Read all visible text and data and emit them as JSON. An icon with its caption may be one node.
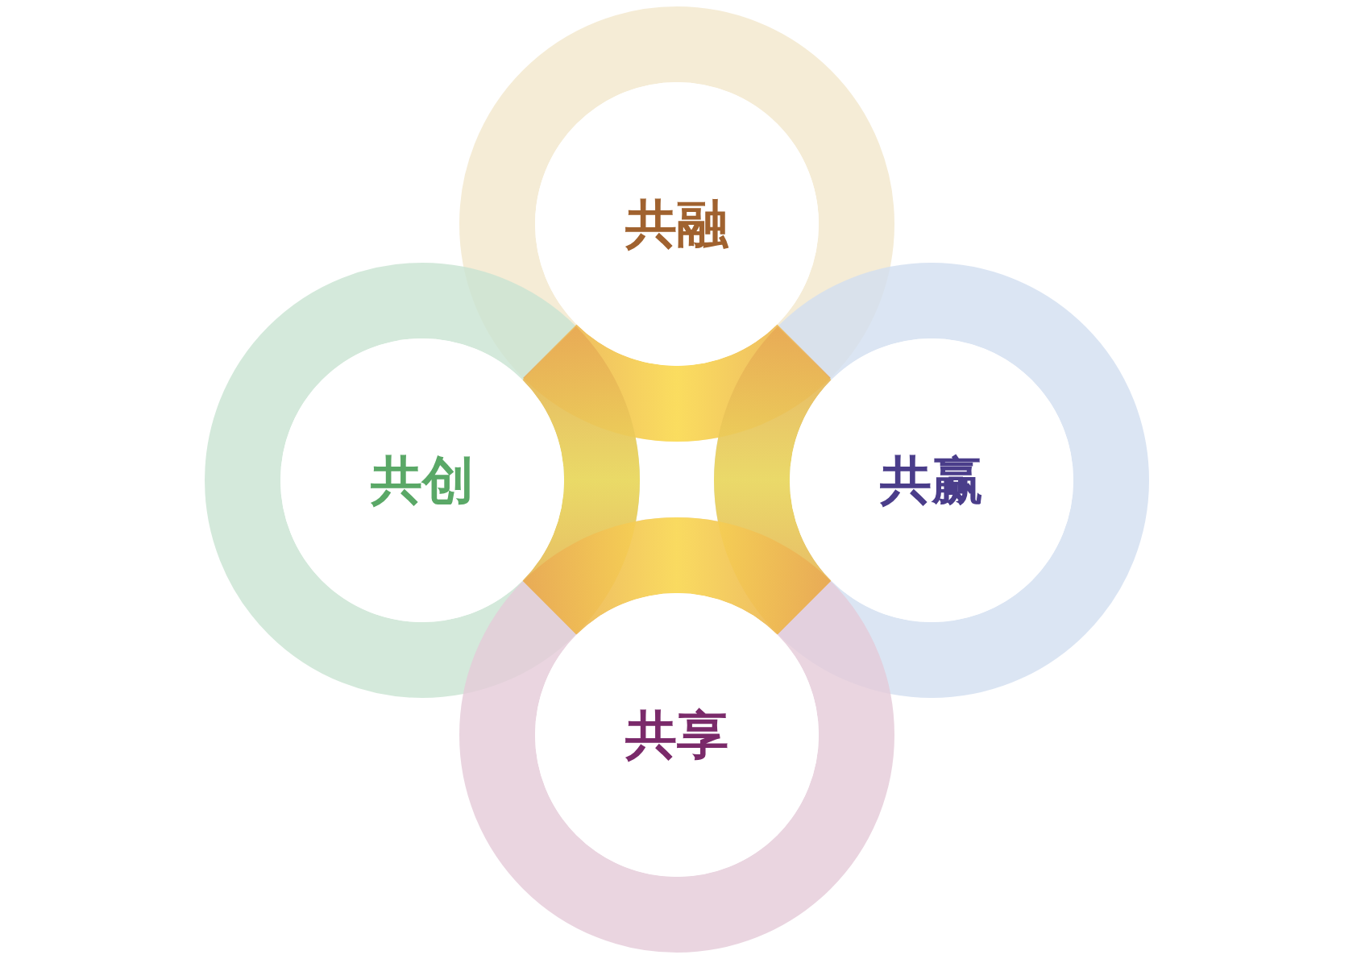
{
  "diagram": {
    "nodes": [
      {
        "text": [
          "共融"
        ]
      },
      {
        "text": [
          "共创"
        ]
      },
      {
        "text": [
          "共赢"
        ]
      },
      {
        "text": [
          "共享"
        ]
      }
    ]
  }
}
